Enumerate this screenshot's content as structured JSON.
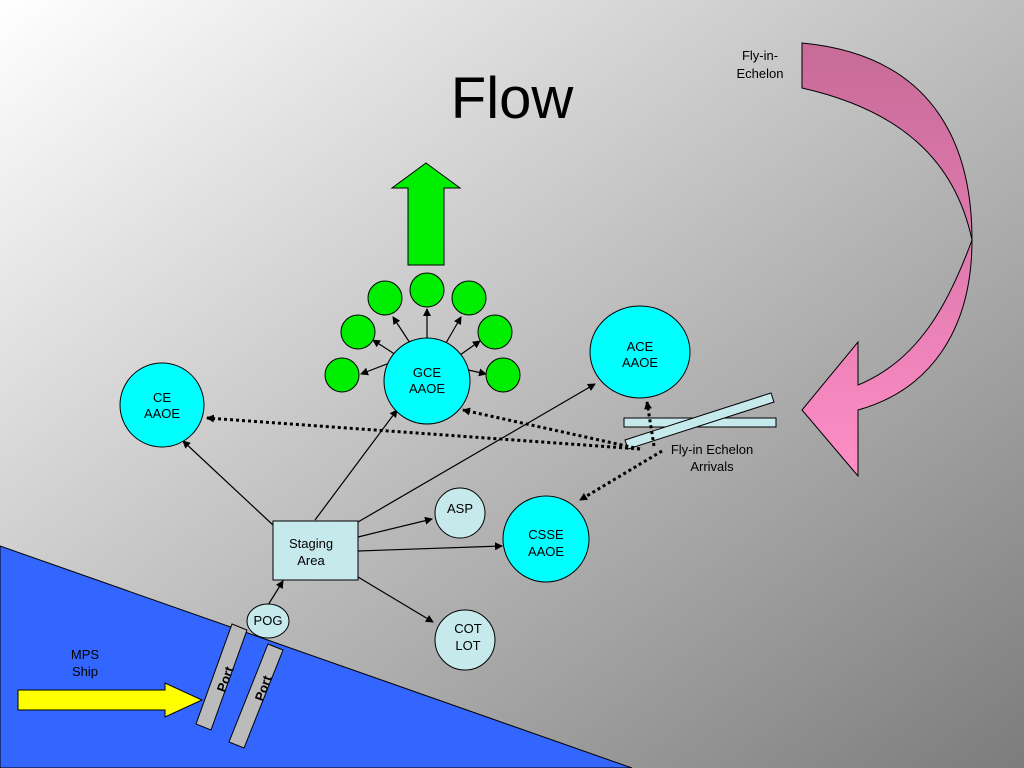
{
  "title": "Flow",
  "nodes": {
    "gce": [
      "GCE",
      "AAOE"
    ],
    "ce": [
      "CE",
      "AAOE"
    ],
    "ace": [
      "ACE",
      "AAOE"
    ],
    "csse": [
      "CSSE",
      "AAOE"
    ],
    "asp": "ASP",
    "cot": [
      "COT",
      "LOT"
    ],
    "pog": "POG",
    "staging": [
      "Staging",
      "Area"
    ]
  },
  "labels": {
    "fly_in_echelon": [
      "Fly-in-",
      "Echelon"
    ],
    "fly_in_arrivals": [
      "Fly-in Echelon",
      "Arrivals"
    ],
    "mps_ship": [
      "MPS",
      "Ship"
    ],
    "port_1": "Port",
    "port_2": "Port"
  },
  "colors": {
    "node_cyan": "#00ffff",
    "node_light": "#c6e9ec",
    "unit_green": "#00ee00",
    "sea": "#3366ff",
    "ship_arrow": "#ffff00",
    "curved_arrow_top": "#c86b98",
    "curved_arrow_bottom": "#ff8ec6",
    "runway": "#c6e9ec",
    "port_pier": "#bbbbbb"
  }
}
